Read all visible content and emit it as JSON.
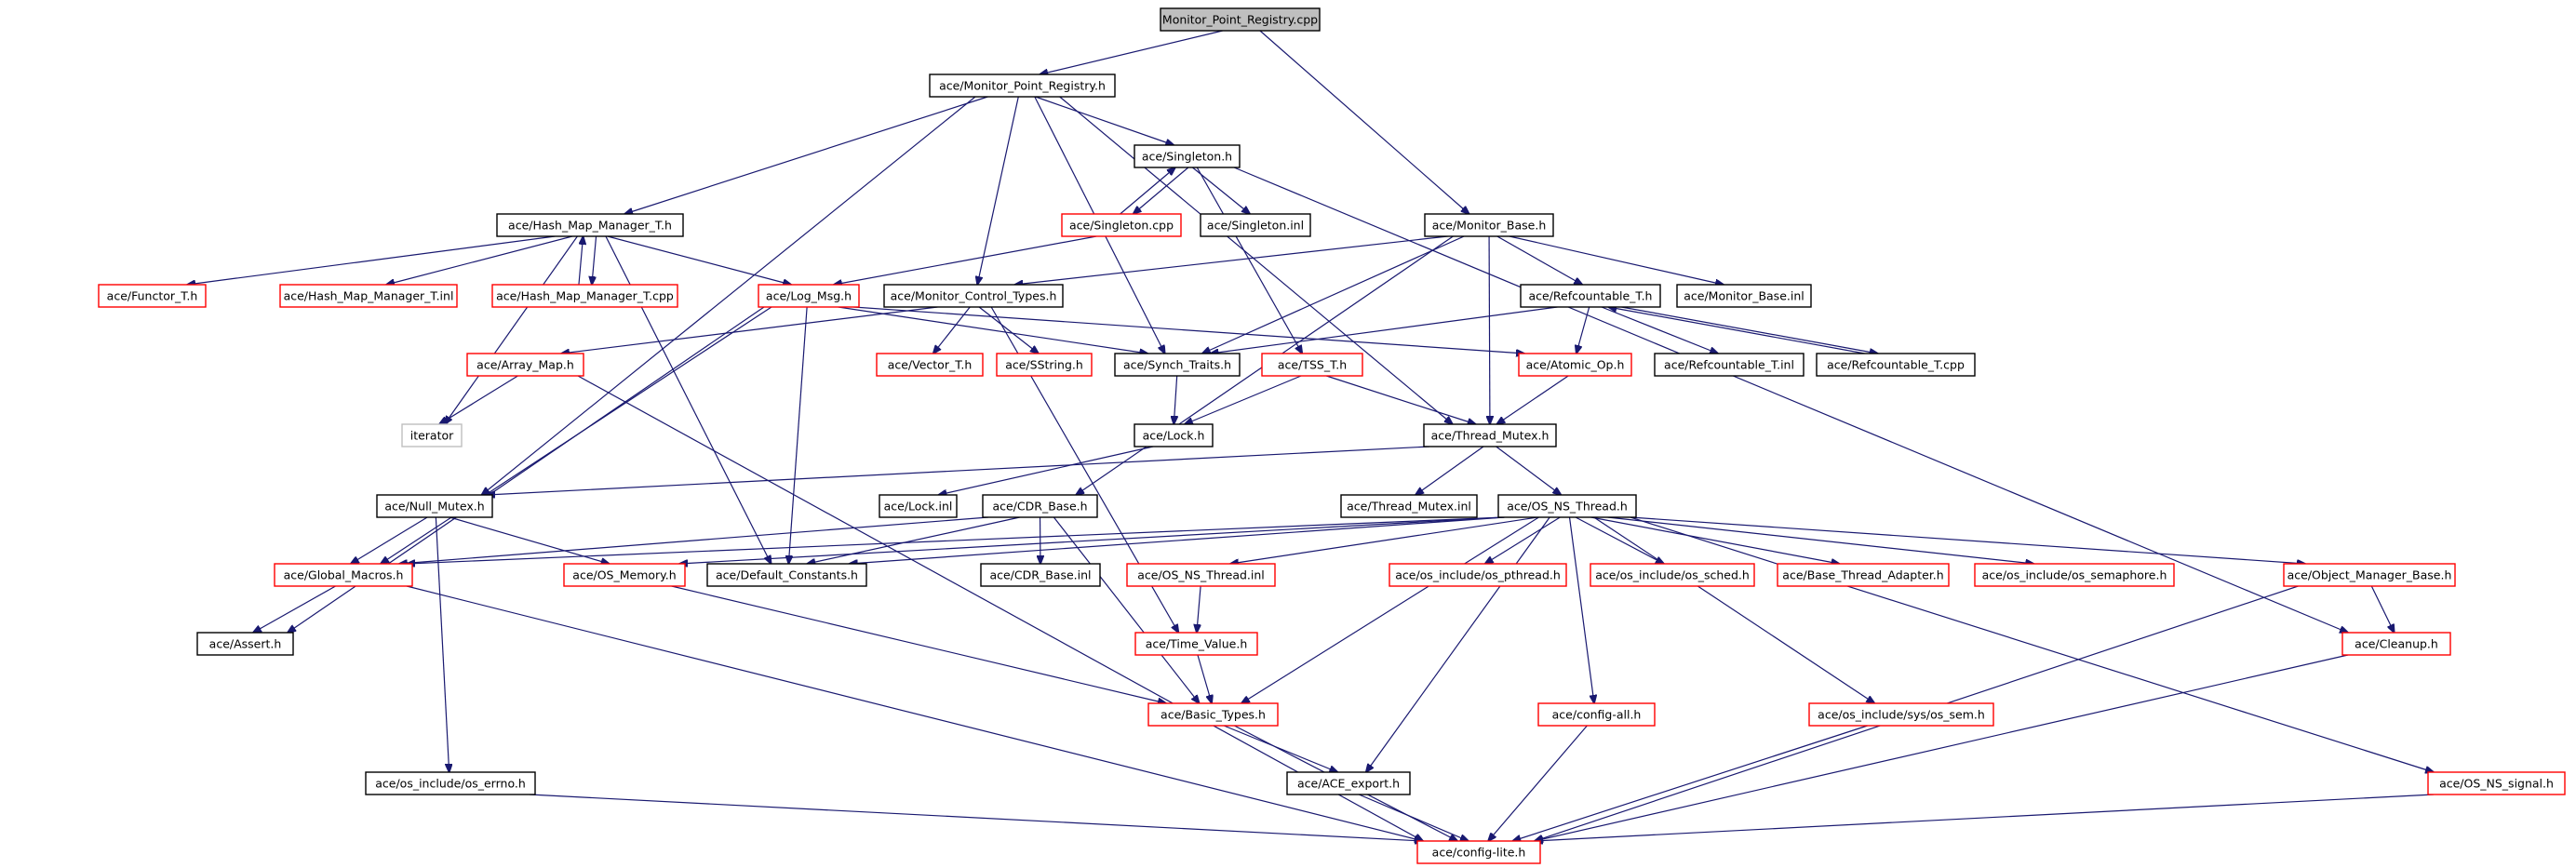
{
  "title": "Monitor_Point_Registry.cpp",
  "colors": {
    "edge": "#191970",
    "node_border_normal": "#000000",
    "node_border_missing": "#ff0000",
    "node_border_external": "#bfbfbf",
    "root_fill": "#bfbfbf"
  },
  "nodes": [
    {
      "id": "root",
      "label": "Monitor_Point_Registry.cpp",
      "style": "root"
    },
    {
      "id": "mpr_h",
      "label": "ace/Monitor_Point_Registry.h",
      "style": "black"
    },
    {
      "id": "singleton_h",
      "label": "ace/Singleton.h",
      "style": "black"
    },
    {
      "id": "singleton_cpp",
      "label": "ace/Singleton.cpp",
      "style": "red"
    },
    {
      "id": "singleton_inl",
      "label": "ace/Singleton.inl",
      "style": "black"
    },
    {
      "id": "monitor_base_h",
      "label": "ace/Monitor_Base.h",
      "style": "black"
    },
    {
      "id": "hmm_h",
      "label": "ace/Hash_Map_Manager_T.h",
      "style": "black"
    },
    {
      "id": "functor_h",
      "label": "ace/Functor_T.h",
      "style": "red"
    },
    {
      "id": "hmm_inl",
      "label": "ace/Hash_Map_Manager_T.inl",
      "style": "red"
    },
    {
      "id": "hmm_cpp",
      "label": "ace/Hash_Map_Manager_T.cpp",
      "style": "red"
    },
    {
      "id": "log_msg_h",
      "label": "ace/Log_Msg.h",
      "style": "red"
    },
    {
      "id": "mct_h",
      "label": "ace/Monitor_Control_Types.h",
      "style": "black"
    },
    {
      "id": "refcount_h",
      "label": "ace/Refcountable_T.h",
      "style": "black"
    },
    {
      "id": "monitor_base_inl",
      "label": "ace/Monitor_Base.inl",
      "style": "black"
    },
    {
      "id": "array_map_h",
      "label": "ace/Array_Map.h",
      "style": "red"
    },
    {
      "id": "vector_h",
      "label": "ace/Vector_T.h",
      "style": "red"
    },
    {
      "id": "sstring_h",
      "label": "ace/SString.h",
      "style": "red"
    },
    {
      "id": "synch_traits_h",
      "label": "ace/Synch_Traits.h",
      "style": "black"
    },
    {
      "id": "tss_h",
      "label": "ace/TSS_T.h",
      "style": "red"
    },
    {
      "id": "atomic_op_h",
      "label": "ace/Atomic_Op.h",
      "style": "red"
    },
    {
      "id": "refcount_inl",
      "label": "ace/Refcountable_T.inl",
      "style": "black"
    },
    {
      "id": "refcount_cpp",
      "label": "ace/Refcountable_T.cpp",
      "style": "black"
    },
    {
      "id": "iterator",
      "label": "iterator",
      "style": "grey"
    },
    {
      "id": "lock_h",
      "label": "ace/Lock.h",
      "style": "black"
    },
    {
      "id": "thread_mutex_h",
      "label": "ace/Thread_Mutex.h",
      "style": "black"
    },
    {
      "id": "null_mutex_h",
      "label": "ace/Null_Mutex.h",
      "style": "black"
    },
    {
      "id": "lock_inl",
      "label": "ace/Lock.inl",
      "style": "black"
    },
    {
      "id": "cdr_base_h",
      "label": "ace/CDR_Base.h",
      "style": "black"
    },
    {
      "id": "thread_mutex_inl",
      "label": "ace/Thread_Mutex.inl",
      "style": "black"
    },
    {
      "id": "os_ns_thread_h",
      "label": "ace/OS_NS_Thread.h",
      "style": "black"
    },
    {
      "id": "global_macros_h",
      "label": "ace/Global_Macros.h",
      "style": "red"
    },
    {
      "id": "os_memory_h",
      "label": "ace/OS_Memory.h",
      "style": "red"
    },
    {
      "id": "default_constants_h",
      "label": "ace/Default_Constants.h",
      "style": "black"
    },
    {
      "id": "cdr_base_inl",
      "label": "ace/CDR_Base.inl",
      "style": "black"
    },
    {
      "id": "os_ns_thread_inl",
      "label": "ace/OS_NS_Thread.inl",
      "style": "red"
    },
    {
      "id": "os_pthread_h",
      "label": "ace/os_include/os_pthread.h",
      "style": "red"
    },
    {
      "id": "os_sched_h",
      "label": "ace/os_include/os_sched.h",
      "style": "red"
    },
    {
      "id": "base_thread_adapter_h",
      "label": "ace/Base_Thread_Adapter.h",
      "style": "red"
    },
    {
      "id": "os_semaphore_h",
      "label": "ace/os_include/os_semaphore.h",
      "style": "red"
    },
    {
      "id": "object_manager_base_h",
      "label": "ace/Object_Manager_Base.h",
      "style": "red"
    },
    {
      "id": "assert_h",
      "label": "ace/Assert.h",
      "style": "black"
    },
    {
      "id": "time_value_h",
      "label": "ace/Time_Value.h",
      "style": "red"
    },
    {
      "id": "cleanup_h",
      "label": "ace/Cleanup.h",
      "style": "red"
    },
    {
      "id": "basic_types_h",
      "label": "ace/Basic_Types.h",
      "style": "red"
    },
    {
      "id": "config_all_h",
      "label": "ace/config-all.h",
      "style": "red"
    },
    {
      "id": "os_sem_h",
      "label": "ace/os_include/sys/os_sem.h",
      "style": "red"
    },
    {
      "id": "os_errno_h",
      "label": "ace/os_include/os_errno.h",
      "style": "black"
    },
    {
      "id": "ace_export_h",
      "label": "ace/ACE_export.h",
      "style": "black"
    },
    {
      "id": "os_ns_signal_h",
      "label": "ace/OS_NS_signal.h",
      "style": "red"
    },
    {
      "id": "config_lite_h",
      "label": "ace/config-lite.h",
      "style": "red"
    }
  ],
  "edges": [
    [
      "root",
      "mpr_h"
    ],
    [
      "root",
      "monitor_base_h"
    ],
    [
      "mpr_h",
      "singleton_h"
    ],
    [
      "mpr_h",
      "hmm_h"
    ],
    [
      "mpr_h",
      "null_mutex_h"
    ],
    [
      "mpr_h",
      "mct_h"
    ],
    [
      "mpr_h",
      "synch_traits_h"
    ],
    [
      "mpr_h",
      "thread_mutex_h"
    ],
    [
      "singleton_h",
      "singleton_cpp"
    ],
    [
      "singleton_cpp",
      "singleton_h"
    ],
    [
      "singleton_h",
      "singleton_inl"
    ],
    [
      "singleton_h",
      "tss_h"
    ],
    [
      "singleton_h",
      "cleanup_h"
    ],
    [
      "singleton_cpp",
      "log_msg_h"
    ],
    [
      "hmm_h",
      "functor_h"
    ],
    [
      "hmm_h",
      "hmm_inl"
    ],
    [
      "hmm_h",
      "hmm_cpp"
    ],
    [
      "hmm_cpp",
      "hmm_h"
    ],
    [
      "hmm_h",
      "log_msg_h"
    ],
    [
      "hmm_h",
      "iterator"
    ],
    [
      "hmm_h",
      "default_constants_h"
    ],
    [
      "monitor_base_h",
      "mct_h"
    ],
    [
      "monitor_base_h",
      "refcount_h"
    ],
    [
      "monitor_base_h",
      "monitor_base_inl"
    ],
    [
      "monitor_base_h",
      "synch_traits_h"
    ],
    [
      "monitor_base_h",
      "thread_mutex_h"
    ],
    [
      "monitor_base_h",
      "cdr_base_h"
    ],
    [
      "log_msg_h",
      "synch_traits_h"
    ],
    [
      "log_msg_h",
      "global_macros_h"
    ],
    [
      "log_msg_h",
      "default_constants_h"
    ],
    [
      "log_msg_h",
      "assert_h"
    ],
    [
      "log_msg_h",
      "atomic_op_h"
    ],
    [
      "mct_h",
      "array_map_h"
    ],
    [
      "mct_h",
      "vector_h"
    ],
    [
      "mct_h",
      "sstring_h"
    ],
    [
      "mct_h",
      "time_value_h"
    ],
    [
      "refcount_h",
      "synch_traits_h"
    ],
    [
      "refcount_h",
      "atomic_op_h"
    ],
    [
      "refcount_h",
      "refcount_inl"
    ],
    [
      "refcount_h",
      "refcount_cpp"
    ],
    [
      "refcount_cpp",
      "refcount_h"
    ],
    [
      "array_map_h",
      "iterator"
    ],
    [
      "array_map_h",
      "config_lite_h"
    ],
    [
      "synch_traits_h",
      "lock_h"
    ],
    [
      "tss_h",
      "lock_h"
    ],
    [
      "tss_h",
      "thread_mutex_h"
    ],
    [
      "atomic_op_h",
      "thread_mutex_h"
    ],
    [
      "lock_h",
      "lock_inl"
    ],
    [
      "thread_mutex_h",
      "null_mutex_h"
    ],
    [
      "thread_mutex_h",
      "thread_mutex_inl"
    ],
    [
      "thread_mutex_h",
      "os_ns_thread_h"
    ],
    [
      "null_mutex_h",
      "global_macros_h"
    ],
    [
      "null_mutex_h",
      "os_memory_h"
    ],
    [
      "null_mutex_h",
      "os_errno_h"
    ],
    [
      "cdr_base_h",
      "default_constants_h"
    ],
    [
      "cdr_base_h",
      "cdr_base_inl"
    ],
    [
      "cdr_base_h",
      "basic_types_h"
    ],
    [
      "cdr_base_h",
      "global_macros_h"
    ],
    [
      "os_ns_thread_h",
      "global_macros_h"
    ],
    [
      "os_ns_thread_h",
      "os_memory_h"
    ],
    [
      "os_ns_thread_h",
      "default_constants_h"
    ],
    [
      "os_ns_thread_h",
      "os_ns_thread_inl"
    ],
    [
      "os_ns_thread_h",
      "os_pthread_h"
    ],
    [
      "os_ns_thread_h",
      "os_sched_h"
    ],
    [
      "os_ns_thread_h",
      "base_thread_adapter_h"
    ],
    [
      "os_ns_thread_h",
      "os_semaphore_h"
    ],
    [
      "os_ns_thread_h",
      "object_manager_base_h"
    ],
    [
      "os_ns_thread_h",
      "basic_types_h"
    ],
    [
      "os_ns_thread_h",
      "ace_export_h"
    ],
    [
      "os_ns_thread_h",
      "config_all_h"
    ],
    [
      "os_ns_thread_h",
      "os_sem_h"
    ],
    [
      "os_ns_thread_h",
      "os_ns_signal_h"
    ],
    [
      "global_macros_h",
      "assert_h"
    ],
    [
      "global_macros_h",
      "config_lite_h"
    ],
    [
      "os_memory_h",
      "basic_types_h"
    ],
    [
      "os_ns_thread_inl",
      "time_value_h"
    ],
    [
      "time_value_h",
      "basic_types_h"
    ],
    [
      "basic_types_h",
      "ace_export_h"
    ],
    [
      "basic_types_h",
      "config_lite_h"
    ],
    [
      "object_manager_base_h",
      "cleanup_h"
    ],
    [
      "object_manager_base_h",
      "config_lite_h"
    ],
    [
      "cleanup_h",
      "config_lite_h"
    ],
    [
      "config_all_h",
      "config_lite_h"
    ],
    [
      "os_sem_h",
      "config_lite_h"
    ],
    [
      "os_errno_h",
      "config_lite_h"
    ],
    [
      "ace_export_h",
      "config_lite_h"
    ],
    [
      "os_ns_signal_h",
      "config_lite_h"
    ]
  ]
}
